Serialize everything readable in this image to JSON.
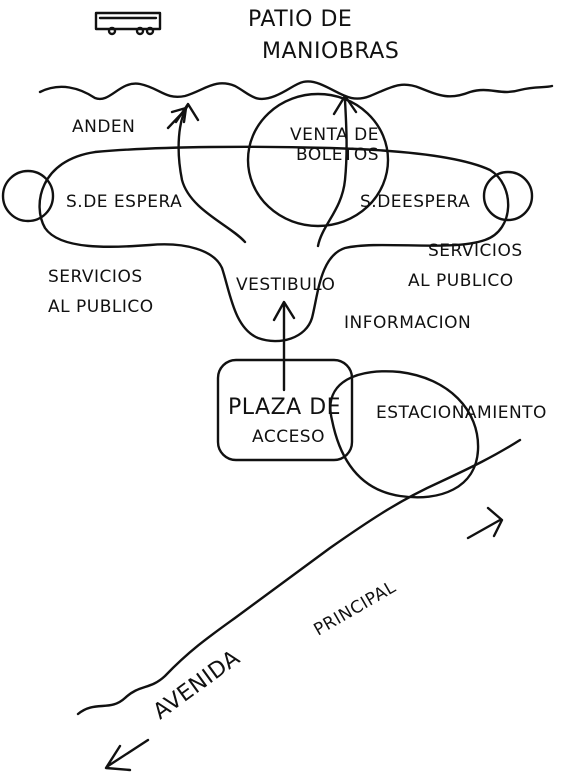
{
  "labels": {
    "patio_line1": "PATIO DE",
    "patio_line2": "MANIOBRAS",
    "anden": "ANDEN",
    "venta_line1": "VENTA DE",
    "venta_line2": "BOLETOS",
    "espera_left": "S.DE ESPERA",
    "espera_right": "S.DEESPERA",
    "servicios_left_line1": "SERVICIOS",
    "servicios_left_line2": "AL PUBLICO",
    "servicios_right_line1": "SERVICIOS",
    "servicios_right_line2": "AL PUBLICO",
    "vestibulo": "VESTIBULO",
    "informacion": "INFORMACION",
    "plaza_line1": "PLAZA DE",
    "plaza_line2": "ACCESO",
    "estacionamiento": "ESTACIONAMIENTO",
    "avenida": "AVENIDA",
    "principal": "PRINCIPAL"
  },
  "icons": [
    "bus-icon"
  ]
}
